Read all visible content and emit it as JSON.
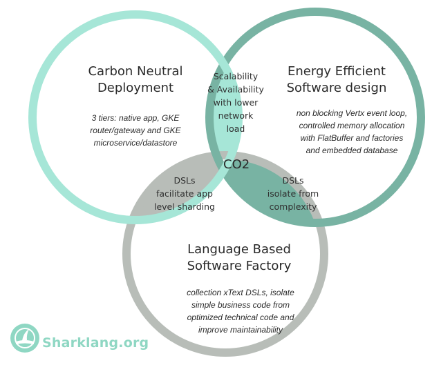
{
  "colors": {
    "circle_carbon": "#a6e6d7",
    "circle_energy": "#78b3a3",
    "circle_language": "#b8bdb8",
    "lens_carbon_energy": "#a6e6d7",
    "lens_carbon_language": "#b8bdb8",
    "lens_energy_language": "#78b3a3",
    "brand": "#8fd7c3"
  },
  "carbon": {
    "title_line1": "Carbon Neutral",
    "title_line2": "Deployment",
    "note_line1": "3 tiers: native app, GKE",
    "note_line2": "router/gateway and GKE",
    "note_line3": "microservice/datastore"
  },
  "energy": {
    "title_line1": "Energy Efficient",
    "title_line2": "Software design",
    "note_line1": "non blocking Vertx event loop,",
    "note_line2": "controlled memory allocation",
    "note_line3": "with FlatBuffer and factories",
    "note_line4": "and embedded database"
  },
  "language": {
    "title_line1": "Language Based",
    "title_line2": "Software Factory",
    "note_line1": "collection xText DSLs, isolate",
    "note_line2": "simple business code from",
    "note_line3": "optimized technical code and",
    "note_line4": "improve maintainability"
  },
  "intersections": {
    "carbon_energy": [
      "Scalability",
      "& Availability",
      "with lower",
      "network",
      "load"
    ],
    "carbon_language": [
      "DSLs",
      "facilitate app",
      "level sharding"
    ],
    "energy_language": [
      "DSLs",
      "isolate from",
      "complexity"
    ]
  },
  "center_label": "CO2",
  "brand": {
    "name": "Sharklang.org",
    "logo_icon": "shark-fin-logo-icon"
  }
}
